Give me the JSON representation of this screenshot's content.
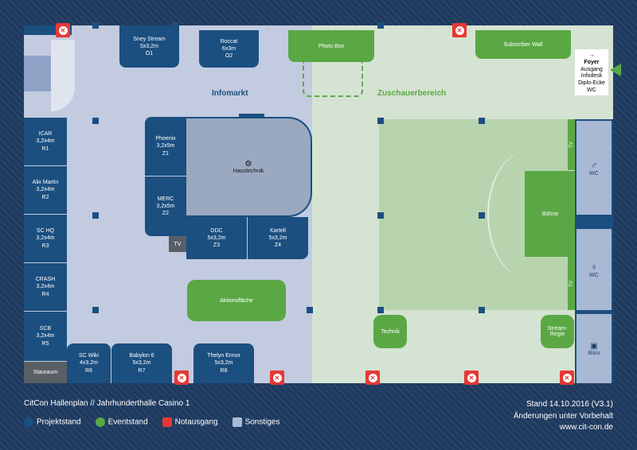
{
  "title": "CitCon Hallenplan // Jahrhunderthalle Casino 1",
  "stand_note": "Stand 14.10.2016 (V3.1)",
  "change_note": "Änderungen unter Vorbehalt",
  "website": "www.cit-con.de",
  "zones": {
    "left": "Infomarkt",
    "right": "Zuschauerbereich"
  },
  "legend": [
    {
      "label": "Projektstand",
      "color": "#1b4f80"
    },
    {
      "label": "Eventstand",
      "color": "#5aa844"
    },
    {
      "label": "Notausgang",
      "color": "#e53935"
    },
    {
      "label": "Sonstiges",
      "color": "#a9b9d4"
    }
  ],
  "stands": {
    "o1": {
      "name": "Sney Stream",
      "size": "5x3,2m",
      "id": "O1"
    },
    "o2": {
      "name": "Roccat",
      "size": "6x3m",
      "id": "O2"
    },
    "r1": {
      "name": "ICAR",
      "size": "3,2x4m",
      "id": "R1"
    },
    "r2": {
      "name": "Alix Martin",
      "size": "3,2x4m",
      "id": "R2"
    },
    "r3": {
      "name": "SC HQ",
      "size": "3,2x4m",
      "id": "R3"
    },
    "r4": {
      "name": "CRASH",
      "size": "3,2x4m",
      "id": "R4"
    },
    "r5": {
      "name": "SCB",
      "size": "3,2x4m",
      "id": "R5"
    },
    "r6": {
      "name": "SC Wiki",
      "size": "4x3,2m",
      "id": "R6"
    },
    "r7": {
      "name": "Babylon 6",
      "size": "5x3,2m",
      "id": "R7"
    },
    "r8": {
      "name": "Thelyn Ennor",
      "size": "5x3,2m",
      "id": "R8"
    },
    "z1": {
      "name": "Phoenix",
      "size": "3,2x5m",
      "id": "Z1"
    },
    "z2": {
      "name": "MERC",
      "size": "3,2x5m",
      "id": "Z2"
    },
    "z3": {
      "name": "DDC",
      "size": "5x3,2m",
      "id": "Z3"
    },
    "z4": {
      "name": "Kartell",
      "size": "5x3,2m",
      "id": "Z4"
    }
  },
  "areas": {
    "haustechnik": "Haustechnik",
    "photobox": "Photo Box",
    "subscriber": "Subscriber Wall",
    "aktion": "Aktionsfläche",
    "buehne": "Bühne",
    "technik": "Technik",
    "streamregie": "Stream-Regie",
    "tv": "TV",
    "stauraum": "Stauraum",
    "wc": "WC",
    "buero": "Büro"
  },
  "foyer": {
    "arrow": "→",
    "title": "Foyer",
    "lines": [
      "Ausgang",
      "Infodesk",
      "Diplo-Ecke",
      "WC"
    ]
  }
}
